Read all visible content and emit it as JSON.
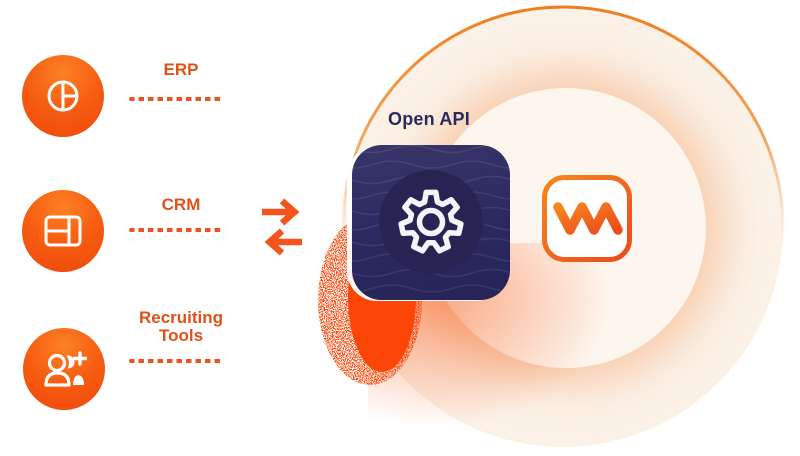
{
  "diagram": {
    "sources": [
      {
        "label": "ERP",
        "icon": "pie-chart-icon"
      },
      {
        "label": "CRM",
        "icon": "crm-table-icon"
      },
      {
        "label": "Recruiting Tools",
        "icon": "user-add-icon"
      }
    ],
    "connector": {
      "icons": [
        "arrow-right-icon",
        "arrow-left-icon"
      ]
    },
    "api": {
      "label": "Open API",
      "icon": "gear-icon"
    },
    "product": {
      "icon": "wm-logo-icon"
    },
    "colors": {
      "accent_text": "#e0511a",
      "dotted_line": "#ea5420",
      "arrow": "#f4541b",
      "source_circle_top": "#fc8124",
      "source_circle_bottom": "#f0470a",
      "card_navy": "#2b2960",
      "card_inner_navy": "#272453",
      "open_api_text": "#2b2a5e",
      "ring_orange": "#ee7e1c",
      "big_circle_fill": "#fbf1e7",
      "inner_circle_fill": "#fdf6ee",
      "halo": "#f6ac76",
      "spray_orange": "#fb4a0c",
      "logo_gradient_start": "#f6861f",
      "logo_gradient_end": "#ec4a1a"
    }
  }
}
